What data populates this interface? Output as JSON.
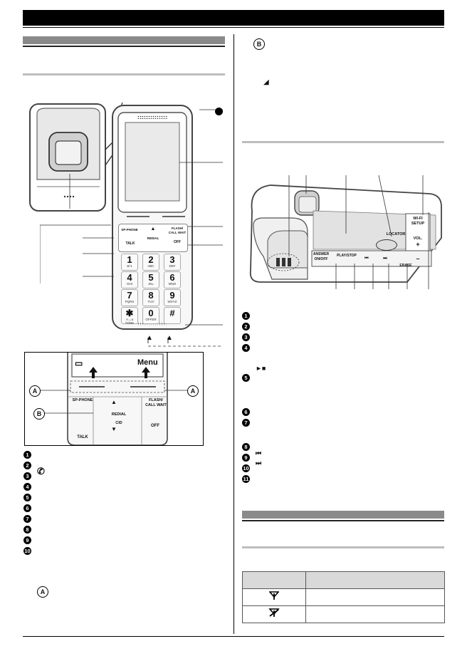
{
  "handset": {
    "book_label": "▭",
    "menu_label": "Menu",
    "sp_phone": "SP-PHONE",
    "talk": "TALK",
    "flash": "FLASH/",
    "call_wait": "CALL WAIT",
    "off": "OFF",
    "redial": "REDIAL",
    "cid": "CID",
    "offer": "OFFER",
    "tone": "TONE",
    "keys": [
      {
        "d": "1",
        "s": "&*1"
      },
      {
        "d": "2",
        "s": "ABC"
      },
      {
        "d": "3",
        "s": "DEF"
      },
      {
        "d": "4",
        "s": "GHI"
      },
      {
        "d": "5",
        "s": "JKL"
      },
      {
        "d": "6",
        "s": "MNO"
      },
      {
        "d": "7",
        "s": "PQRS"
      },
      {
        "d": "8",
        "s": "TUV"
      },
      {
        "d": "9",
        "s": "WXYZ"
      },
      {
        "d": "✱",
        "s": "A↔a TONE"
      },
      {
        "d": "0",
        "s": "OFFER"
      },
      {
        "d": "#",
        "s": ""
      }
    ],
    "callout_a": "A",
    "callout_b": "B"
  },
  "base_unit": {
    "wifi_setup": "WI-FI SETUP",
    "vol": "VOL.",
    "plus": "+",
    "minus": "–",
    "locator": "LOCATOR",
    "answer": "ANSWER ON/OFF",
    "play_stop": "PLAY/STOP",
    "erase": "ERASE"
  },
  "left_legend": [
    {
      "n": "1",
      "text": ""
    },
    {
      "n": "2",
      "text": ""
    },
    {
      "n": "3",
      "text": ""
    },
    {
      "n": "4",
      "text": ""
    },
    {
      "n": "5",
      "text": ""
    },
    {
      "n": "6",
      "text": ""
    },
    {
      "n": "7",
      "text": ""
    },
    {
      "n": "8",
      "text": ""
    },
    {
      "n": "9",
      "text": ""
    },
    {
      "n": "10",
      "text": ""
    }
  ],
  "right_legend": [
    {
      "n": "1",
      "text": ""
    },
    {
      "n": "2",
      "text": ""
    },
    {
      "n": "3",
      "text": ""
    },
    {
      "n": "4",
      "text": ""
    },
    {
      "n": "5",
      "text": ""
    },
    {
      "n": "6",
      "text": ""
    },
    {
      "n": "7",
      "text": ""
    },
    {
      "n": "8",
      "text": ""
    },
    {
      "n": "9",
      "text": ""
    },
    {
      "n": "10",
      "text": ""
    },
    {
      "n": "11",
      "text": ""
    }
  ],
  "icon_rows": {
    "play_stop": "►■",
    "skip_back": "⏮",
    "skip_fwd": "⏭",
    "talk_icon": "✆",
    "volume_icon": "◢"
  },
  "markers": {
    "a": "A",
    "b": "B"
  },
  "colors": {
    "header": "#8a8a8a",
    "topbar": "#000000"
  }
}
